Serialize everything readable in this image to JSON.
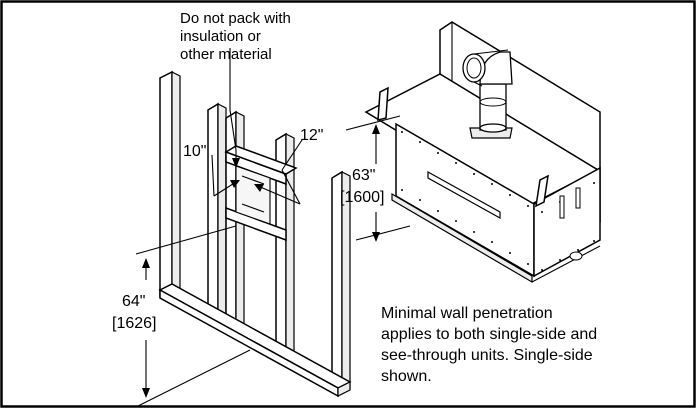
{
  "annotations": {
    "pack_note": [
      "Do not pack with",
      "insulation or",
      "other material"
    ],
    "dim_10": "10\"",
    "dim_12": "12\"",
    "dim_63": "63\"",
    "dim_63_mm": "[1600]",
    "dim_64": "64\"",
    "dim_64_mm": "[1626]",
    "caption": [
      "Minimal wall penetration",
      "applies to both single-side and",
      "see-through units. Single-side",
      "shown."
    ]
  }
}
